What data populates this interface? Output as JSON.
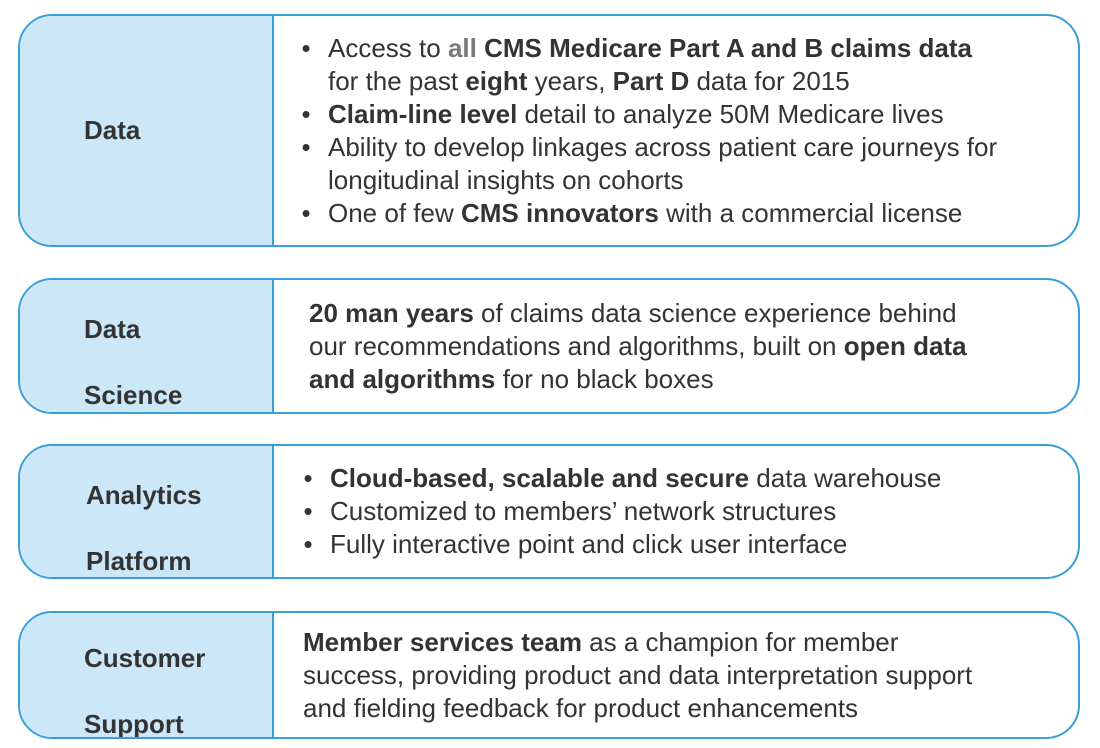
{
  "rows": {
    "data": {
      "label": "Data",
      "bullets": [
        {
          "a": "Access to ",
          "b_grey": "all",
          "c": " ",
          "d_bold": "CMS Medicare Part A and B claims data",
          "e": "for the past ",
          "f_bold": "eight",
          "g": " years, ",
          "h_bold": "Part D",
          "i": " data for 2015"
        },
        {
          "a_bold": "Claim-line level",
          "b": " detail to analyze 50M Medicare lives"
        },
        {
          "a": "Ability to develop linkages across patient care journeys for",
          "b": "longitudinal insights on cohorts"
        },
        {
          "a": "One of few ",
          "b_bold": "CMS innovators",
          "c": " with a commercial license"
        }
      ]
    },
    "science": {
      "label_line1": "Data",
      "label_line2": "Science",
      "p_bold1": "20 man years",
      "p_text1": " of claims data science experience behind",
      "p_text2": "our recommendations and algorithms, built on ",
      "p_bold2": "open data",
      "p_bold3": "and algorithms",
      "p_text3": " for no black boxes"
    },
    "platform": {
      "label_line1": "Analytics",
      "label_line2": "Platform",
      "bullets": [
        {
          "a_bold": "Cloud-based, scalable and secure",
          "b": " data warehouse"
        },
        {
          "a": "Customized to members’ network structures"
        },
        {
          "a": "Fully interactive point and click user interface"
        }
      ]
    },
    "support": {
      "label_line1": "Customer",
      "label_line2": "Support",
      "p_bold1": "Member services team",
      "p_text1": " as a champion for member",
      "p_text2": "success, providing product and data interpretation support",
      "p_text3": "and fielding feedback for product enhancements"
    }
  },
  "bullet_glyph": "•",
  "colors": {
    "border": "#3a9fd8",
    "label_fill": "#cce8f8",
    "text": "#333333",
    "emphasis_grey": "#7a7a7a"
  }
}
